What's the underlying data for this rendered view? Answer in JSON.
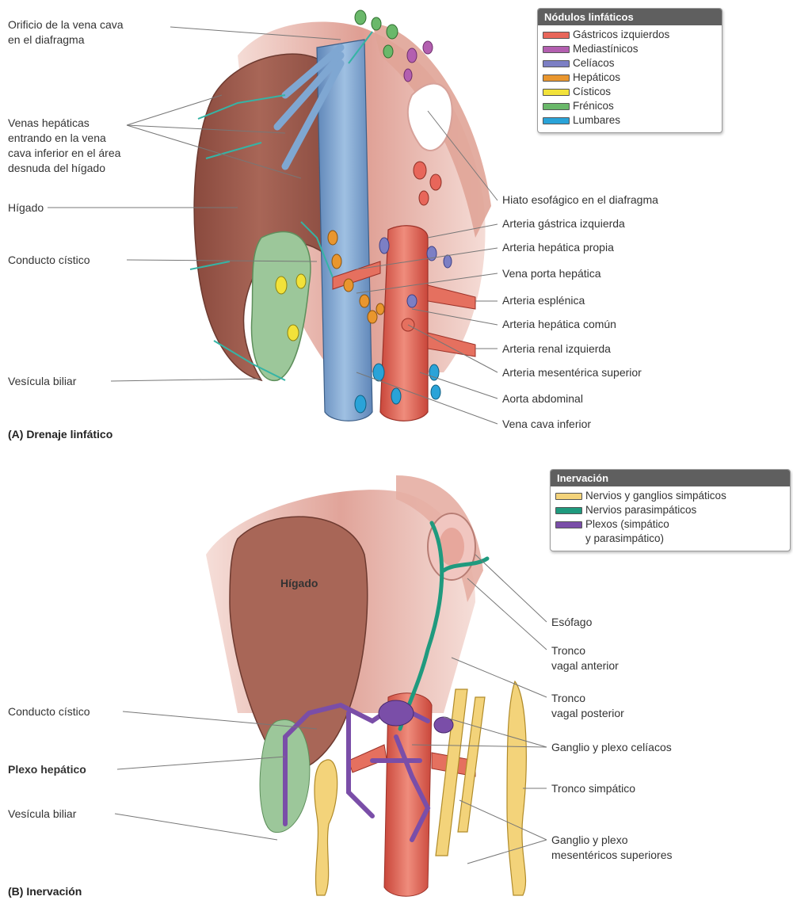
{
  "panel_a": {
    "caption": "(A) Drenaje linfático",
    "legend": {
      "title": "Nódulos linfáticos",
      "items": [
        {
          "label": "Gástricos izquierdos",
          "color": "#e8665a"
        },
        {
          "label": "Mediastínicos",
          "color": "#b35fb0"
        },
        {
          "label": "Celíacos",
          "color": "#7c7fc4"
        },
        {
          "label": "Hepáticos",
          "color": "#e9962e"
        },
        {
          "label": "Císticos",
          "color": "#f2e23a"
        },
        {
          "label": "Frénicos",
          "color": "#6ab86a"
        },
        {
          "label": "Lumbares",
          "color": "#2aa3d8"
        }
      ]
    },
    "left_labels": {
      "orificio": "Orificio de la vena cava\nen el diafragma",
      "venas": "Venas hepáticas\nentrando en la vena\ncava inferior en el área\ndesnuda del hígado",
      "higado": "Hígado",
      "conducto": "Conducto cístico",
      "vesicula": "Vesícula biliar"
    },
    "right_labels": {
      "hiato": "Hiato esofágico en el diafragma",
      "gastrica": "Arteria gástrica izquierda",
      "hepatica_propia": "Arteria hepática propia",
      "porta": "Vena porta hepática",
      "esplenica": "Arteria esplénica",
      "hepatica_comun": "Arteria hepática común",
      "renal": "Arteria renal izquierda",
      "mesenterica": "Arteria mesentérica superior",
      "aorta": "Aorta abdominal",
      "cava": "Vena cava inferior"
    }
  },
  "panel_b": {
    "caption": "(B) Inervación",
    "legend": {
      "title": "Inervación",
      "items": [
        {
          "label": "Nervios y ganglios simpáticos",
          "color": "#f3d37a"
        },
        {
          "label": "Nervios parasimpáticos",
          "color": "#1f9a7e"
        },
        {
          "label": "Plexos (simpático\ny parasimpático)",
          "color": "#7a4ea8"
        }
      ]
    },
    "organ_label": "Hígado",
    "left_labels": {
      "conducto": "Conducto cístico",
      "plexo": "Plexo hepático",
      "vesicula": "Vesícula biliar"
    },
    "right_labels": {
      "esofago": "Esófago",
      "vagal_ant": "Tronco\nvagal anterior",
      "vagal_post": "Tronco\nvagal posterior",
      "celiaco": "Ganglio y plexo celíacos",
      "simpatico": "Tronco simpático",
      "mesenterico": "Ganglio y plexo\nmesentéricos superiores"
    }
  }
}
